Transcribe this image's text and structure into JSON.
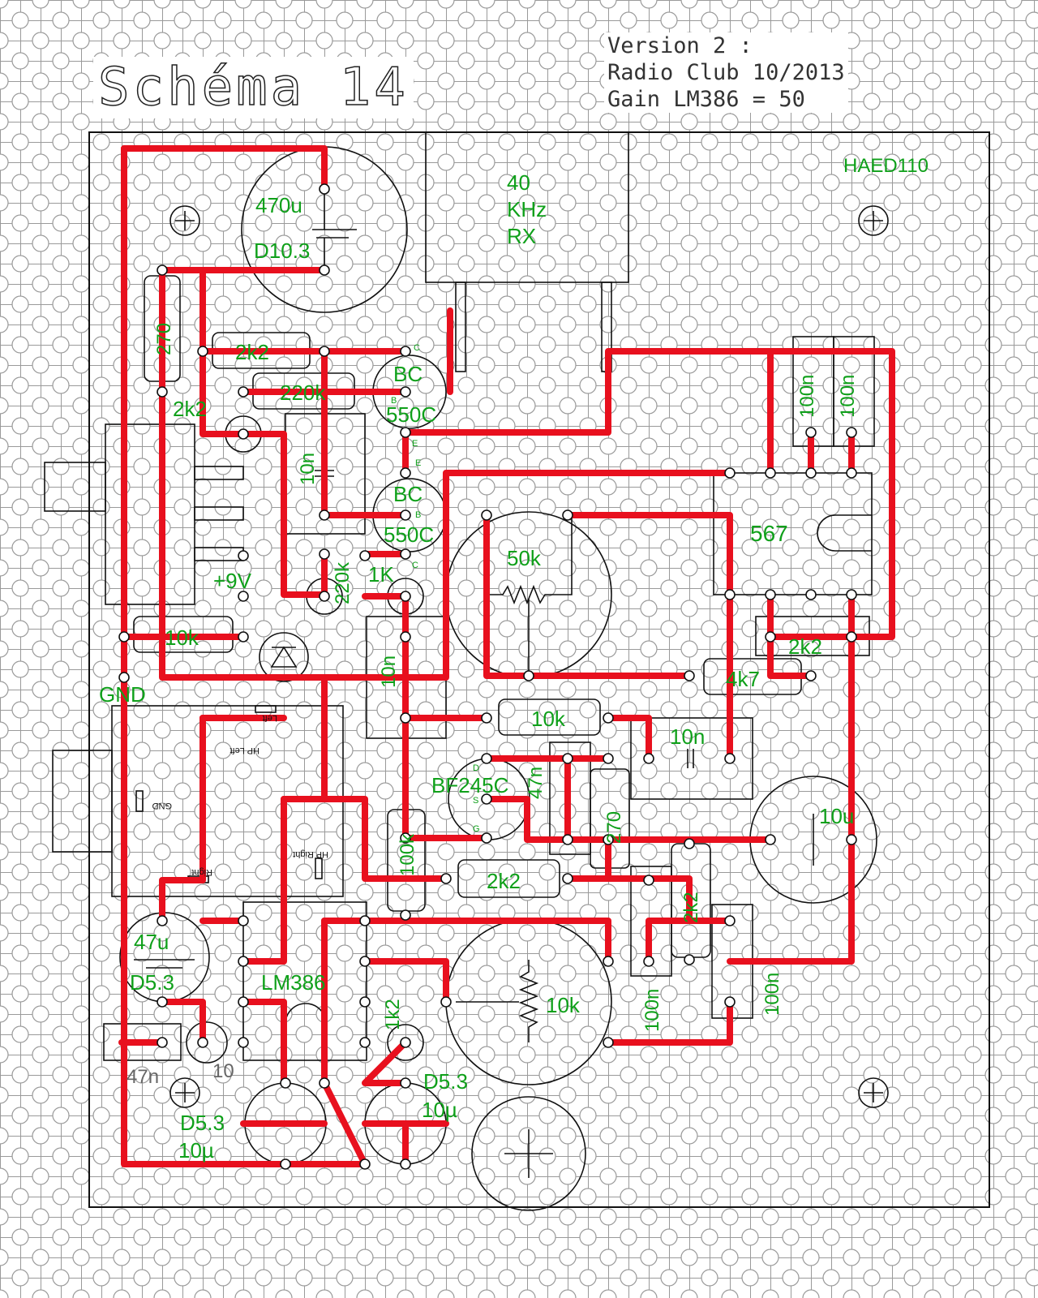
{
  "header": {
    "title": "Schéma 14",
    "version_lines": [
      "Version 2 :",
      "Radio Club 10/2013",
      "Gain LM386 = 50"
    ]
  },
  "board": {
    "label": "HAED110",
    "colors": {
      "trace": "#e8101e",
      "label": "#0fa01a",
      "outline": "#111111",
      "grid": "#9a9a9a",
      "silk": "#666666"
    }
  },
  "labels": {
    "c470u": "470u",
    "d103": "D10.3",
    "xtal1": "40",
    "xtal2": "KHz",
    "xtal3": "RX",
    "r270a": "270",
    "r2k2a": "2k2",
    "r220ka": "220k",
    "t1a": "BC",
    "t1b": "550C",
    "lbl2k2": "2k2",
    "c10na": "10n",
    "t2a": "BC",
    "t2b": "550C",
    "plus9v": "+9V",
    "r220kb": "220k",
    "r1k": "1K",
    "r10ka": "10k",
    "gnd": "GND",
    "c10nb": "10n",
    "pot50k": "50k",
    "ic567": "567",
    "c100na": "100n",
    "c100nb": "100n",
    "r2k2b": "2k2",
    "r4k7": "4k7",
    "r10kb": "10k",
    "c10nc": "10n",
    "bf245": "BF245C",
    "c47n": "47n",
    "r270b": "270",
    "c10u": "10u",
    "r100k": "100k",
    "r2k2c": "2k2",
    "r2k2d": "2k2",
    "c47u": "47u",
    "d53a": "D5.3",
    "lm386": "LM386",
    "r1k2": "1k2",
    "pot10k": "10k",
    "c100nc": "100n",
    "c100nd": "100n",
    "c47nb": "47n",
    "c10": "10",
    "d53b": "D5.3",
    "c10ub": "10µ",
    "d53c": "D5.3",
    "c10uc": "10µ",
    "jack_left": "Left",
    "jack_hpleft": "HP Left",
    "jack_gnd": "GND",
    "jack_right": "Right",
    "jack_hpright": "HP Right",
    "pin_c1": "C",
    "pin_b1": "B",
    "pin_e1": "E",
    "pin_e2": "E",
    "pin_b2": "B",
    "pin_c2": "C",
    "pin_d": "D",
    "pin_s": "S",
    "pin_g": "G"
  }
}
